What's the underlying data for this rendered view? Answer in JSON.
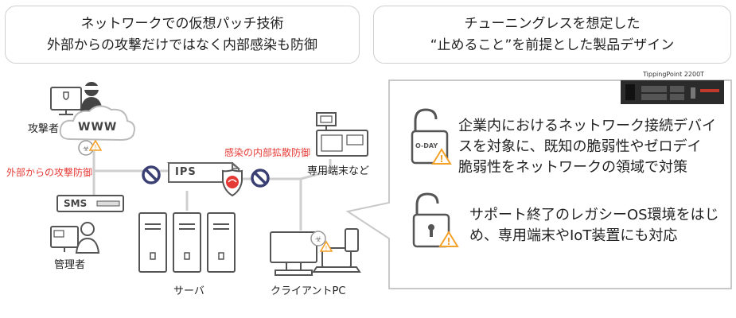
{
  "header_left": {
    "line1": "ネットワークでの仮想パッチ技術",
    "line2": "外部からの攻撃だけではなく内部感染も防御"
  },
  "header_right": {
    "line1": "チューニングレスを想定した",
    "line2": "“止めること”を前提とした製品デザイン"
  },
  "diagram": {
    "attacker_label": "攻撃者",
    "www_label": "WWW",
    "external_defense_label": "外部からの攻撃防御",
    "sms_label": "SMS",
    "admin_label": "管理者",
    "ips_label": "IPS",
    "internal_defense_label": "感染の内部拡散防御",
    "terminal_label": "専用端末など",
    "server_label": "サーバ",
    "client_label": "クライアントPC"
  },
  "device": {
    "name": "TippingPoint 2200T"
  },
  "features": [
    {
      "icon": "open-padlock-0day-icon",
      "badge": "O-DAY",
      "lines": [
        "企業内におけるネットワーク接続デバイ",
        "スを対象に、既知の脆弱性やゼロデイ",
        "脆弱性をネットワークの領域で対策"
      ]
    },
    {
      "icon": "open-padlock-icon",
      "lines": [
        "サポート終了のレガシーOS環境をはじ",
        "め、専用端末やIoT装置にも対応"
      ]
    }
  ],
  "colors": {
    "alert": "#e53935",
    "warning": "#f4a12a",
    "line": "#c8c8c8",
    "icon": "#555555"
  }
}
